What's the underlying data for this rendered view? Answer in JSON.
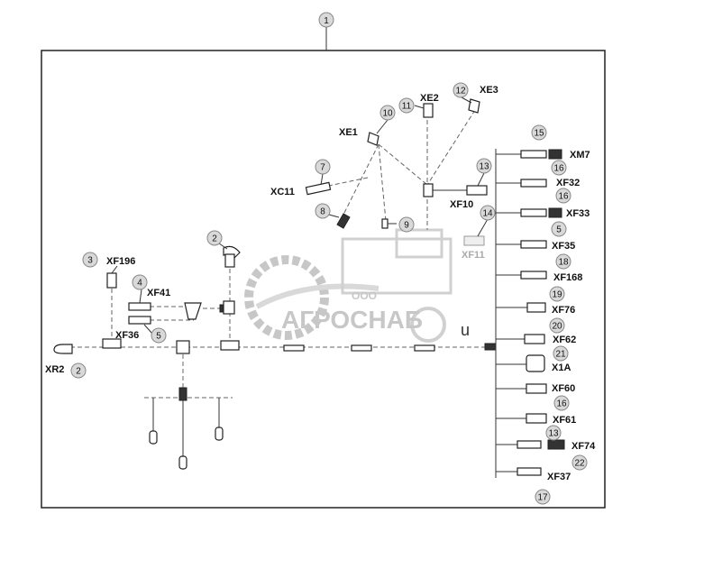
{
  "diagram": {
    "main_item": "1",
    "callouts": [
      "2",
      "3",
      "4",
      "5",
      "7",
      "8",
      "9",
      "10",
      "11",
      "12",
      "13",
      "14",
      "15",
      "16",
      "18",
      "19",
      "20",
      "21",
      "22",
      "17"
    ],
    "labels": {
      "xe1": "XE1",
      "xe2": "XE2",
      "xe3": "XE3",
      "xc11": "XC11",
      "xf10": "XF10",
      "xf11": "XF11",
      "xf196": "XF196",
      "xf41": "XF41",
      "xf36": "XF36",
      "xr2": "XR2",
      "xm7": "XM7",
      "xf32": "XF32",
      "xf33": "XF33",
      "xf35": "XF35",
      "xf168": "XF168",
      "xf76": "XF76",
      "xf62": "XF62",
      "x1a": "X1A",
      "xf60": "XF60",
      "xf61": "XF61",
      "xf74": "XF74",
      "xf37": "XF37"
    },
    "c": {
      "c1": "1",
      "c2a": "2",
      "c2b": "2",
      "c3": "3",
      "c4": "4",
      "c5a": "5",
      "c5b": "5",
      "c7": "7",
      "c8": "8",
      "c9": "9",
      "c10": "10",
      "c11": "11",
      "c12": "12",
      "c13a": "13",
      "c13b": "13",
      "c14": "14",
      "c15": "15",
      "c16a": "16",
      "c16b": "16",
      "c16c": "16",
      "c18": "18",
      "c19": "19",
      "c20": "20",
      "c21": "21",
      "c22": "22",
      "c17": "17"
    }
  },
  "watermark": {
    "brand": "АГРОСНАБ",
    "prefix": "ООО",
    "suffix": "u"
  }
}
